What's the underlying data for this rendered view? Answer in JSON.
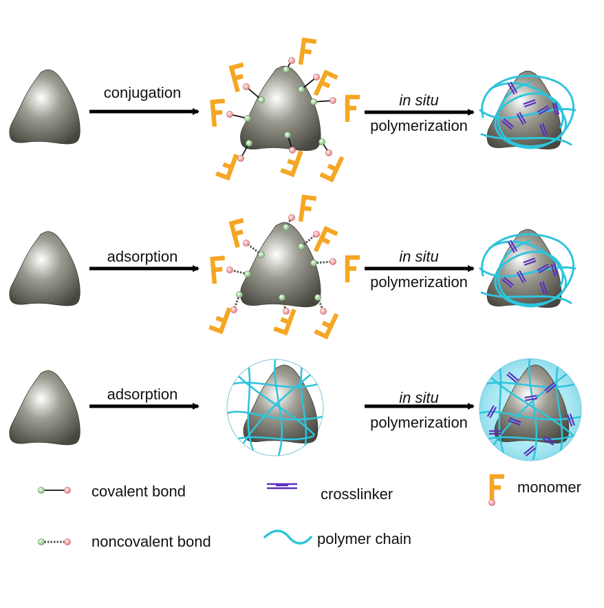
{
  "rows": [
    {
      "process": "conjugation",
      "step2_top": "in situ",
      "step2_bottom": "polymerization"
    },
    {
      "process": "adsorption",
      "step2_top": "in situ",
      "step2_bottom": "polymerization"
    },
    {
      "process": "adsorption",
      "step2_top": "in situ",
      "step2_bottom": "polymerization"
    }
  ],
  "legend": {
    "covalent": "covalent bond",
    "noncovalent": "noncovalent bond",
    "crosslinker": "crosslinker",
    "polymer_chain": "polymer chain",
    "monomer": "monomer"
  },
  "colors": {
    "monomer": "#f5a623",
    "chain": "#2ec4dc",
    "crosslinker": "#5b2fc0",
    "bead_green": "#a8d8a0",
    "bead_red": "#f19a9a",
    "gel": "#a7e7f3"
  }
}
